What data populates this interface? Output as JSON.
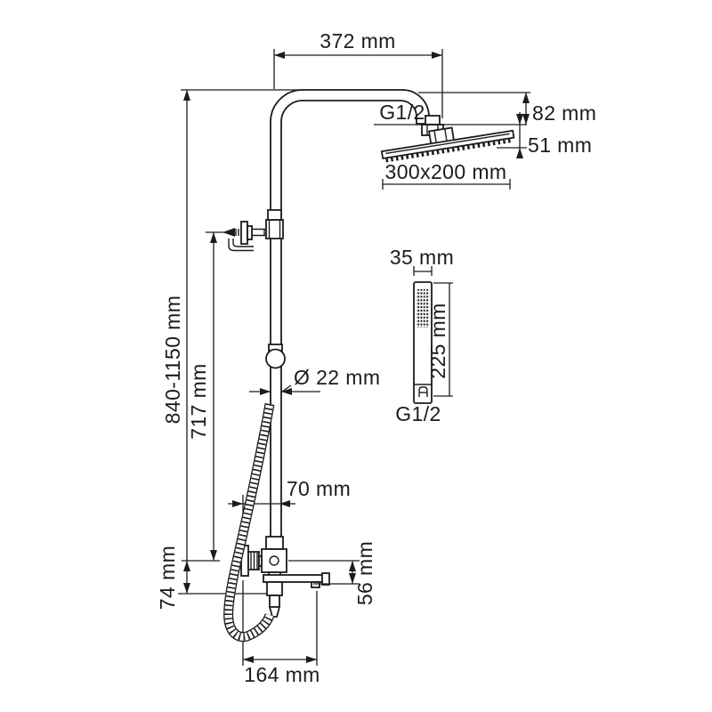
{
  "drawing": {
    "title": "shower-system-dimension-drawing",
    "background": "#ffffff",
    "line_color": "#1c1c1c",
    "labels": {
      "arm_width": "372 mm",
      "top_thread": "G1/2",
      "head_drop": "82 mm",
      "head_height": "51 mm",
      "head_size": "300x200 mm",
      "handshower_width": "35 mm",
      "handshower_length": "225 mm",
      "handshower_thread": "G1/2",
      "pipe_diameter": "Ø 22 mm",
      "total_height": "840-1150 mm",
      "column_height": "717 mm",
      "mixer_offset": "70 mm",
      "base_offset": "74 mm",
      "spout_drop": "56 mm",
      "spout_reach": "164 mm"
    }
  }
}
